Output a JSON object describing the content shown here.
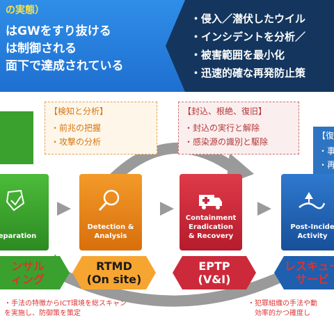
{
  "banner": {
    "title": "の実態）",
    "lines": [
      "はGWをすり抜ける",
      "は制御される",
      "面下で達成されている"
    ],
    "items": [
      "・侵入／潜伏したウイル",
      "・インシデントを分析／",
      "・被害範囲を最小化",
      "・迅速的確な再発防止策"
    ]
  },
  "callouts": {
    "detect": {
      "title": "【検知と分析】",
      "lines": [
        "・前兆の把握",
        "・攻撃の分析"
      ]
    },
    "contain": {
      "title": "【封込、根絶、復旧】",
      "lines": [
        "・封込の実行と解除",
        "・感染源の識別と駆除"
      ]
    },
    "recover": {
      "title": "【復",
      "lines": [
        "・事",
        "・再"
      ]
    }
  },
  "stages": [
    {
      "label": "eparation",
      "color": "#3aa12e"
    },
    {
      "label": "Detection &\nAnalysis",
      "color": "#e88317"
    },
    {
      "label": "Containment\nEradication\n& Recovery",
      "color": "#cc2a3a"
    },
    {
      "label": "Post-Incide\nActivity",
      "color": "#1e5fb0"
    }
  ],
  "pills": {
    "consult": "ンサル\nィング",
    "rtmd": "RTMD\n(On site)",
    "eptp": "EPTP\n(V&I)",
    "rescue": "レスキュー\nサービ"
  },
  "notes": {
    "left": [
      "・手法の特徴からICT環境を総スキャン",
      "を実施し、防御策を策定"
    ],
    "right": [
      "・犯罪組織の手法や動",
      "効率的かつ確度し"
    ]
  },
  "colors": {
    "green": "#3aa12e",
    "orange": "#e88317",
    "red": "#cc2a3a",
    "blue": "#1e5fb0"
  }
}
